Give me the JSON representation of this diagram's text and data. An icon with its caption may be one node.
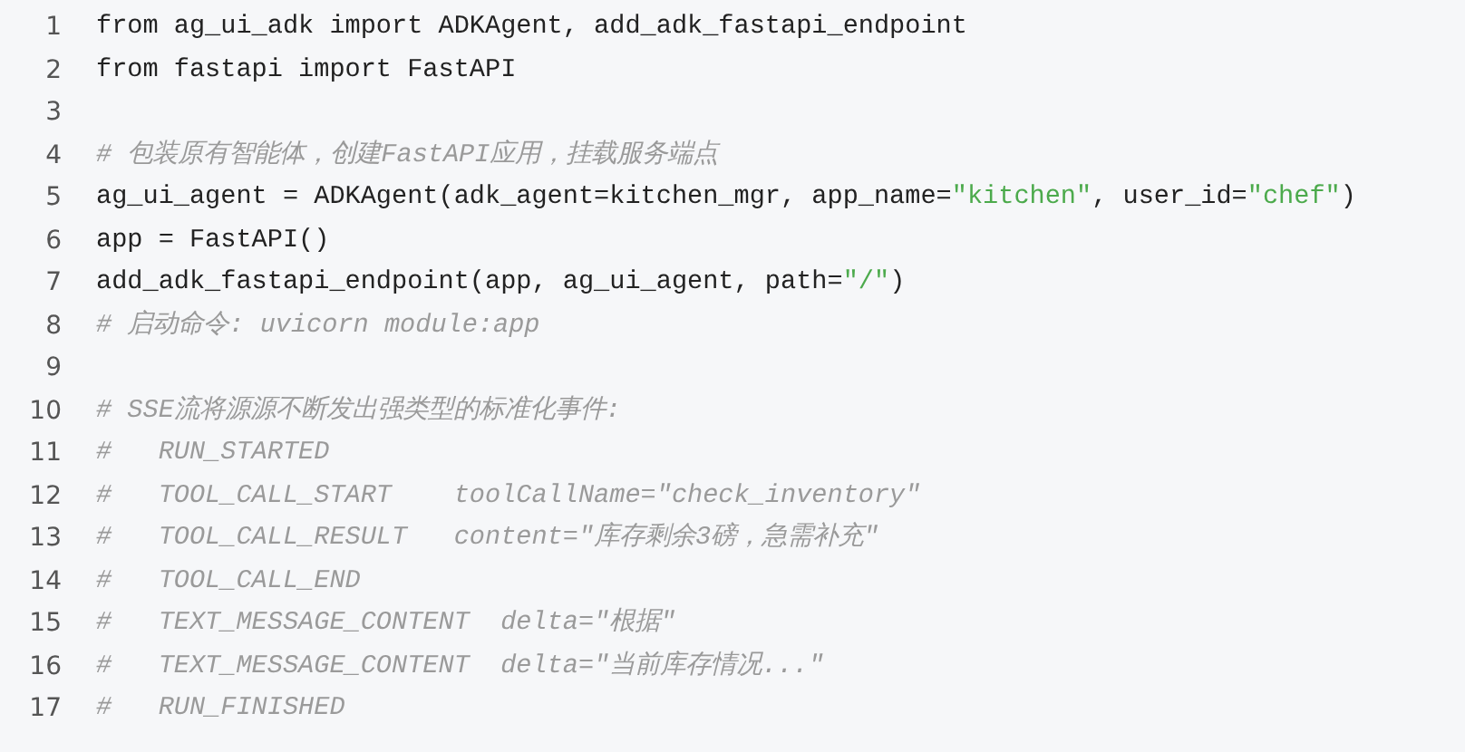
{
  "diagram": {
    "labels": [
      "1",
      "from ag_ui_adk import ADKAgent, add_adk_fastapi_endpoint",
      "2",
      "from fastapi import FastAPI",
      "3",
      "4",
      "# 包装原有智能体，创建FastAPI应用，挂载服务端点",
      "5",
      "ag_ui_agent = ADKAgent(adk_agent=kitchen_mgr, app_name=\"kitchen\", user_id=\"chef\")",
      "6",
      "app = FastAPI()",
      "7",
      "add_adk_fastapi_endpoint(app, ag_ui_agent, path=\"/\")",
      "8",
      "# 启动命令: uvicorn module:app",
      "9",
      "10",
      "# SSE流将源源不断发出强类型的标准化事件:",
      "11",
      "#   RUN_STARTED",
      "12",
      "#   TOOL_CALL_START    toolCallName=\"check_inventory\"",
      "13",
      "#   TOOL_CALL_RESULT   content=\"库存剩余3磅，急需补充\"",
      "14",
      "#   TOOL_CALL_END",
      "15",
      "#   TEXT_MESSAGE_CONTENT  delta=\"根据\"",
      "16",
      "#   TEXT_MESSAGE_CONTENT  delta=\"当前库存情况...\"",
      "17",
      "#   RUN_FINISHED"
    ]
  }
}
